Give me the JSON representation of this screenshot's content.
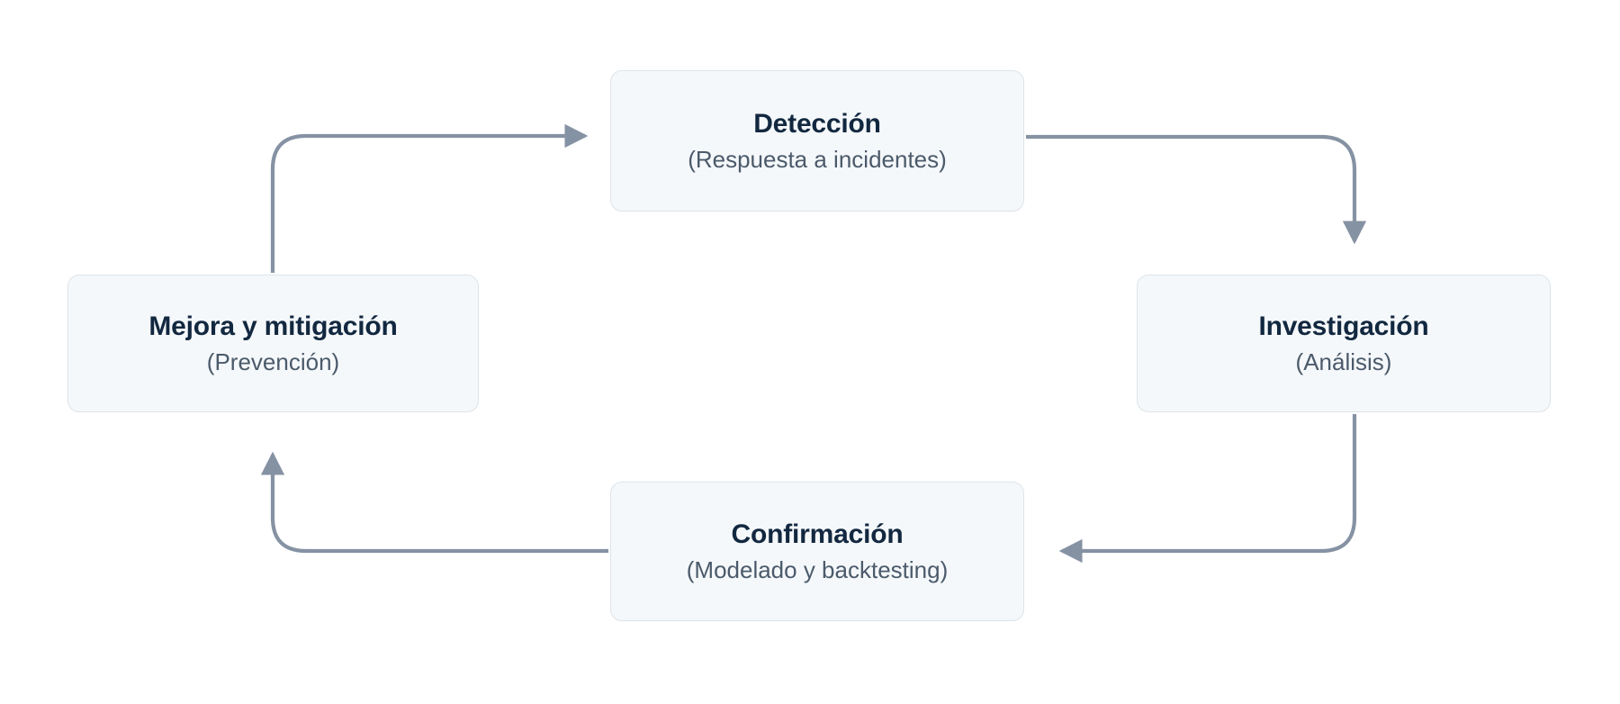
{
  "diagram": {
    "type": "cycle-flow",
    "direction": "clockwise",
    "language": "es",
    "background_color": "#ffffff",
    "node_fill_color": "#f5f8fa",
    "node_border_color": "#dde4ea",
    "title_color": "#122840",
    "subtitle_color": "#4b5a6b",
    "edge_color": "#8592a3",
    "nodes": [
      {
        "id": "deteccion",
        "title": "Detección",
        "subtitle": "(Respuesta a incidentes)",
        "position": "top"
      },
      {
        "id": "investigacion",
        "title": "Investigación",
        "subtitle": "(Análisis)",
        "position": "right"
      },
      {
        "id": "confirmacion",
        "title": "Confirmación",
        "subtitle": "(Modelado y backtesting)",
        "position": "bottom"
      },
      {
        "id": "mejora",
        "title": "Mejora y mitigación",
        "subtitle": "(Prevención)",
        "position": "left"
      }
    ],
    "edges": [
      {
        "id": "edge-deteccion-investigacion",
        "from": "deteccion",
        "to": "investigacion"
      },
      {
        "id": "edge-investigacion-confirmacion",
        "from": "investigacion",
        "to": "confirmacion"
      },
      {
        "id": "edge-confirmacion-mejora",
        "from": "confirmacion",
        "to": "mejora"
      },
      {
        "id": "edge-mejora-deteccion",
        "from": "mejora",
        "to": "deteccion"
      }
    ]
  }
}
